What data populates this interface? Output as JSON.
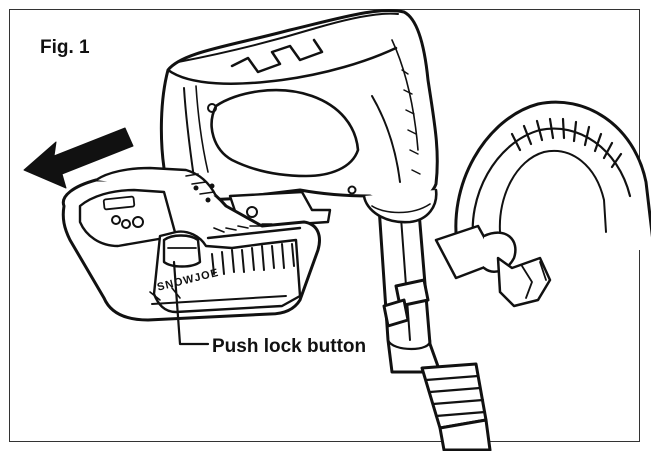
{
  "figure": {
    "label": "Fig. 1",
    "callout": "Push lock button",
    "battery_brand": "SNOWJOE"
  },
  "colors": {
    "line": "#111111",
    "fill": "#ffffff",
    "shade": "#e6e6e6"
  },
  "icons": {
    "direction_arrow": "arrow-left-icon"
  }
}
